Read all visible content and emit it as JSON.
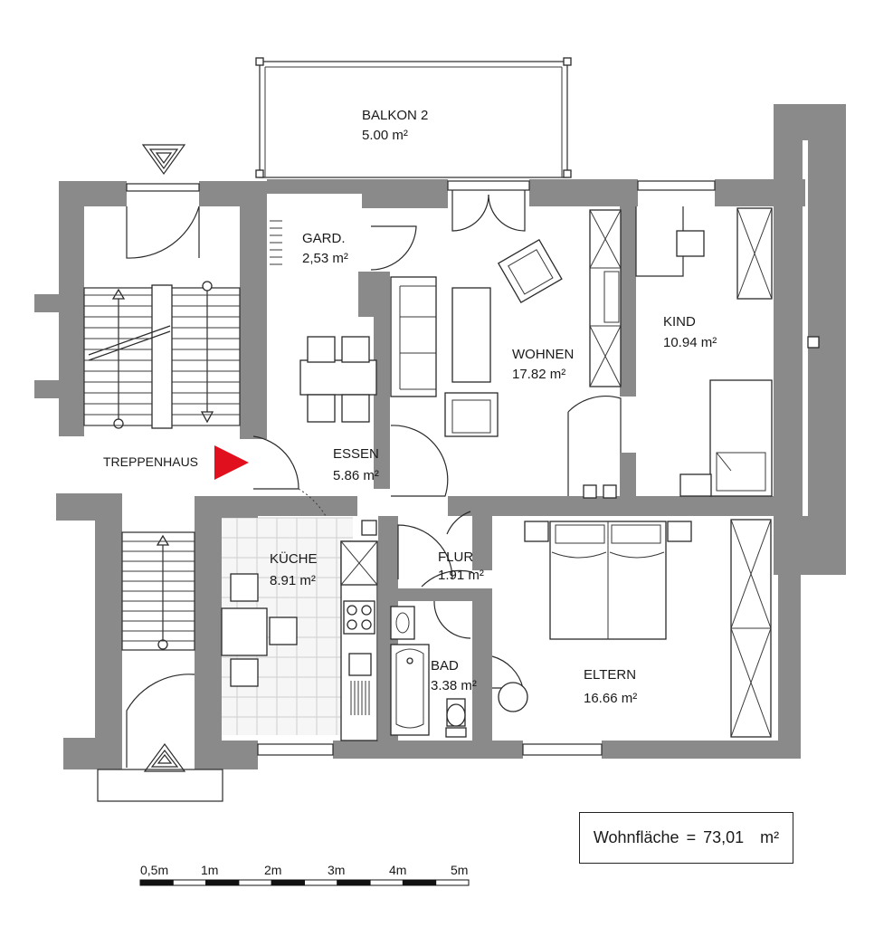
{
  "rooms": {
    "balkon": {
      "name": "BALKON 2",
      "area": "5.00 m²"
    },
    "gard": {
      "name": "GARD.",
      "area": "2,53 m²"
    },
    "wohnen": {
      "name": "WOHNEN",
      "area": "17.82 m²"
    },
    "kind": {
      "name": "KIND",
      "area": "10.94 m²"
    },
    "essen": {
      "name": "ESSEN",
      "area": "5.86 m²"
    },
    "treppenhaus": {
      "name": "TREPPENHAUS"
    },
    "kueche": {
      "name": "KÜCHE",
      "area": "8.91 m²"
    },
    "flur": {
      "name": "FLUR",
      "area": "1.91 m²"
    },
    "bad": {
      "name": "BAD",
      "area": "3.38 m²"
    },
    "eltern": {
      "name": "ELTERN",
      "area": "16.66 m²"
    }
  },
  "summary": {
    "label": "Wohnfläche",
    "equals": "=",
    "value": "73,01",
    "unit": "m²"
  },
  "scale_bar": {
    "ticks": [
      "0,5m",
      "1m",
      "2m",
      "3m",
      "4m",
      "5m"
    ]
  },
  "colors": {
    "wall": "#8a8a8a",
    "entrance_marker": "#e0101e",
    "line": "#2a2a2a"
  }
}
